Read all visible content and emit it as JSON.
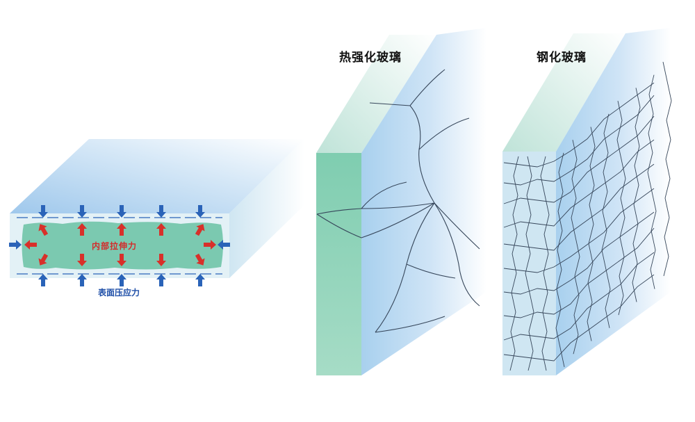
{
  "panels": {
    "cross_section": {
      "inner_label": "内部拉伸力",
      "surface_label": "表面压应力"
    },
    "heat_strengthened": {
      "title": "热强化玻璃"
    },
    "tempered": {
      "title": "钢化玻璃"
    }
  },
  "colors": {
    "core_green": "#6fc4a8",
    "glass_blue": "#bcd9ef",
    "edge_green": "#7fcdb0",
    "compress_arrow": "#2a63b8",
    "tension_arrow": "#d8302a",
    "crack_line": "#36465a"
  }
}
